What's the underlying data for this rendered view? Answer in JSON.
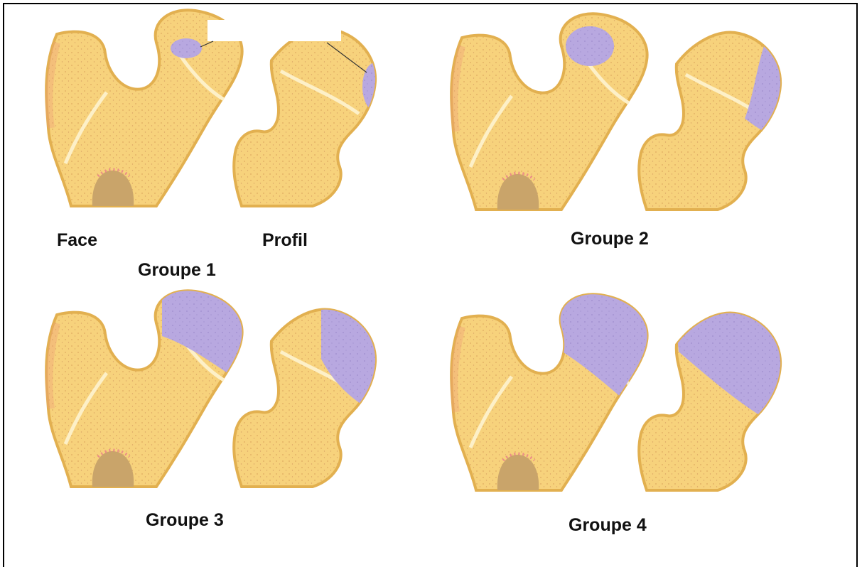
{
  "labels": {
    "face": "Face",
    "profil": "Profil",
    "groupe1": "Groupe 1",
    "groupe2": "Groupe 2",
    "groupe3": "Groupe 3",
    "groupe4": "Groupe 4"
  },
  "colors": {
    "bone_fill": "#f7d27c",
    "bone_outline": "#e2b050",
    "bone_edge_tint": "#ef9f78",
    "necrosis_fill": "#b8a8e0",
    "growth_line": "#fdf0c8",
    "marrow": "#c9a46a"
  },
  "groups": [
    {
      "name": "Groupe 1",
      "necrosis_extent": 0.15
    },
    {
      "name": "Groupe 2",
      "necrosis_extent": 0.35
    },
    {
      "name": "Groupe 3",
      "necrosis_extent": 0.7
    },
    {
      "name": "Groupe 4",
      "necrosis_extent": 1.0
    }
  ]
}
